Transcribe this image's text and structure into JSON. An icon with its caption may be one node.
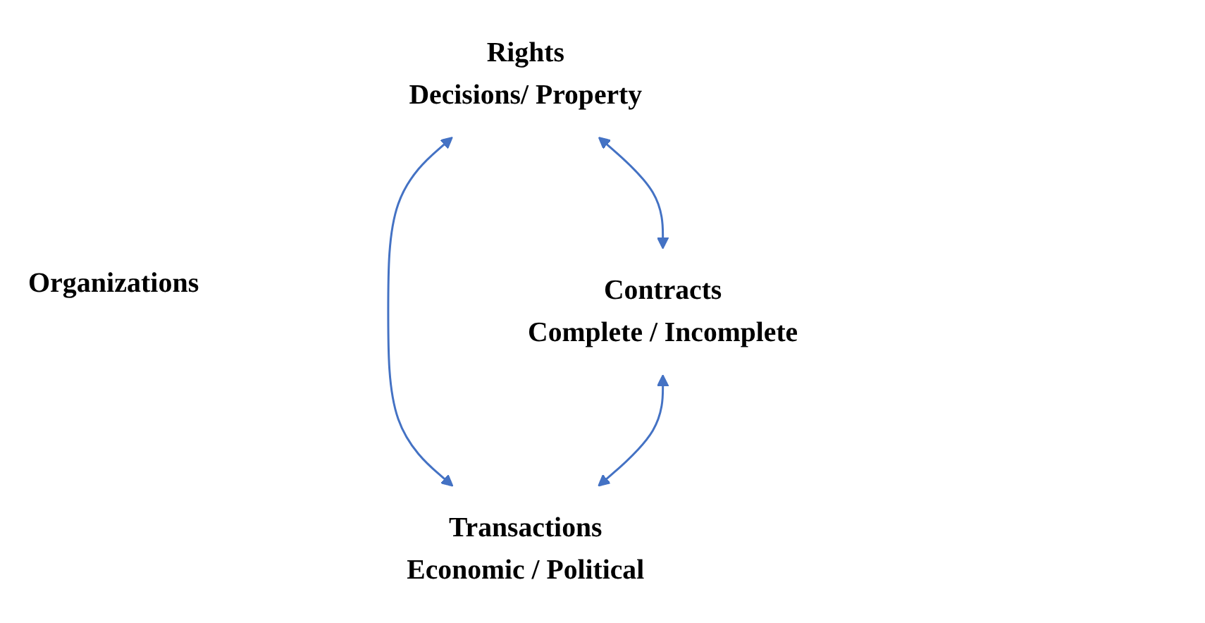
{
  "diagram": {
    "nodes": [
      {
        "text": [
          "Rights",
          "Decisions/ Property"
        ]
      },
      {
        "text": [
          "Contracts",
          "Complete / Incomplete"
        ]
      },
      {
        "text": [
          "Transactions",
          "Economic / Political"
        ]
      }
    ],
    "edges": [
      {
        "from": 0,
        "to": 1,
        "arrow": "both"
      },
      {
        "from": 0,
        "to": 2,
        "arrow": "both"
      },
      {
        "from": 1,
        "to": 2,
        "arrow": "both"
      }
    ],
    "labels": [
      "Organizations"
    ]
  }
}
